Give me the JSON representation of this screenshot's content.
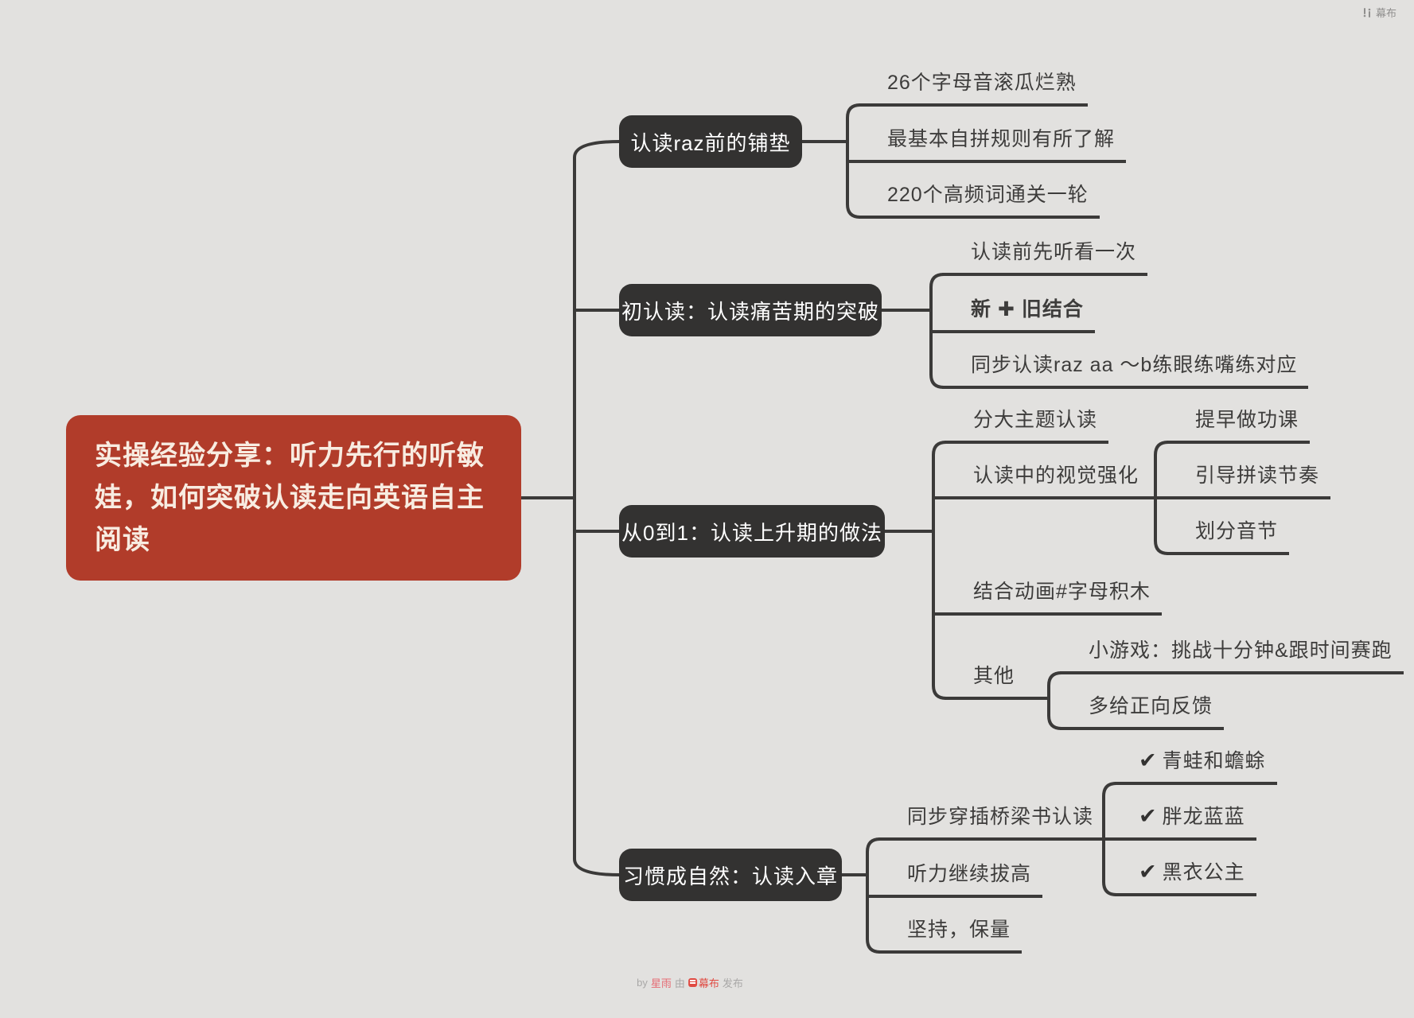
{
  "brand": {
    "name": "幕布"
  },
  "glyphs": {
    "check": "✔"
  },
  "colors": {
    "background": "#e2e1df",
    "root_bg": "#b13c2a",
    "root_text": "#f8ece1",
    "node_bg": "#333231",
    "node_text": "#ffffff",
    "line": "#3b3a39",
    "leaf_text": "#3d3c3b",
    "footer_author": "#e56a73",
    "footer_brand": "#e04a42"
  },
  "mindmap": {
    "root": {
      "label": "实操经验分享：听力先行的听敏娃，如何突破认读走向英语自主阅读"
    },
    "branches": [
      {
        "label": "认读raz前的铺垫",
        "children": [
          {
            "label": "26个字母音滚瓜烂熟"
          },
          {
            "label": "最基本自拼规则有所了解"
          },
          {
            "label": "220个高频词通关一轮"
          }
        ]
      },
      {
        "label": "初认读：认读痛苦期的突破",
        "children": [
          {
            "label": "认读前先听看一次"
          },
          {
            "label": "新 ✚ 旧结合"
          },
          {
            "label": "同步认读raz aa ～b练眼练嘴练对应"
          }
        ]
      },
      {
        "label": "从0到1：认读上升期的做法",
        "children": [
          {
            "label": "分大主题认读"
          },
          {
            "label": "认读中的视觉强化",
            "children": [
              {
                "label": "提早做功课"
              },
              {
                "label": "引导拼读节奏"
              },
              {
                "label": "划分音节"
              }
            ]
          },
          {
            "label": "结合动画#字母积木"
          },
          {
            "label": "其他",
            "children": [
              {
                "label": "小游戏：挑战十分钟&跟时间赛跑"
              },
              {
                "label": "多给正向反馈"
              }
            ]
          }
        ]
      },
      {
        "label": "习惯成自然：认读入章",
        "children": [
          {
            "label": "同步穿插桥梁书认读",
            "children": [
              {
                "label": "青蛙和蟾蜍",
                "checked": true
              },
              {
                "label": "胖龙蓝蓝",
                "checked": true
              },
              {
                "label": "黑衣公主",
                "checked": true
              }
            ]
          },
          {
            "label": "听力继续拔高"
          },
          {
            "label": "坚持，保量"
          }
        ]
      }
    ]
  },
  "footer": {
    "by": "by",
    "author": "星雨",
    "via": "由",
    "brand": "幕布",
    "publish": "发布"
  }
}
